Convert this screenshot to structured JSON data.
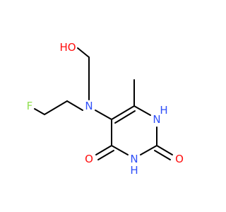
{
  "molecule": {
    "atoms": {
      "O_hydroxyl": {
        "element": "O",
        "label": "HO",
        "color": "#ff0d0d"
      },
      "N_amine": {
        "element": "N",
        "label": "N",
        "color": "#3050f8"
      },
      "F": {
        "element": "F",
        "label": "F",
        "color": "#90e050"
      },
      "N1": {
        "element": "N",
        "label": "H",
        "color": "#3050f8"
      },
      "N1_label": {
        "element": "N",
        "label": "N",
        "color": "#3050f8"
      },
      "N3": {
        "element": "N",
        "label": "N",
        "color": "#3050f8"
      },
      "N3_H": {
        "element": "H",
        "label": "H",
        "color": "#3050f8"
      },
      "O_C4": {
        "element": "O",
        "label": "O",
        "color": "#ff0d0d"
      },
      "O_C2": {
        "element": "O",
        "label": "O",
        "color": "#ff0d0d"
      }
    },
    "colors": {
      "bond": "#000000",
      "background": "#ffffff"
    }
  }
}
